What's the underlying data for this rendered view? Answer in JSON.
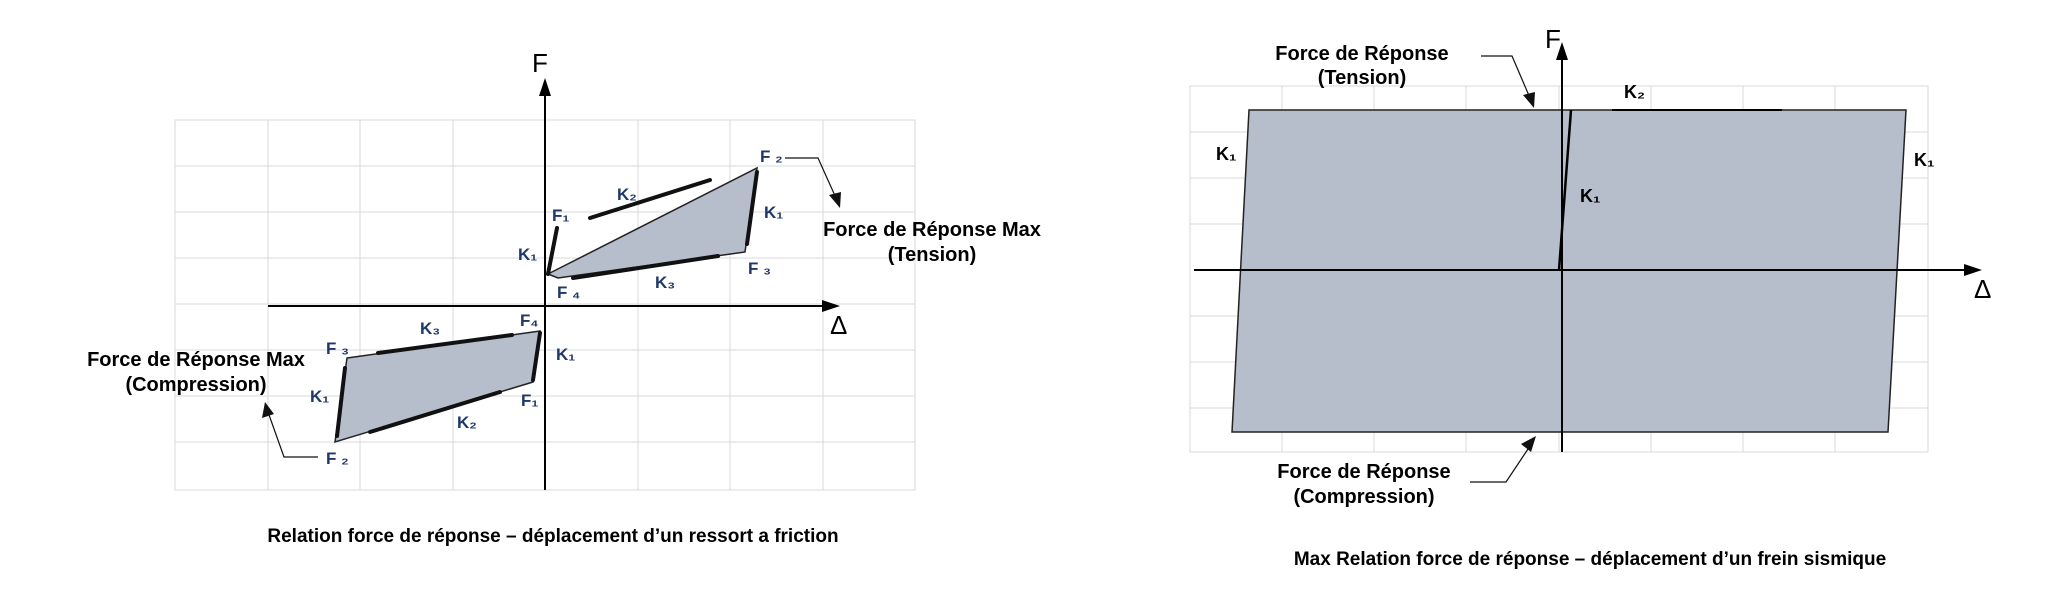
{
  "left_diagram": {
    "axis_f": "F",
    "axis_delta": "Δ",
    "labels": {
      "f1_upper": "F₁",
      "f2_upper": "F ₂",
      "f3_upper": "F ₃",
      "f4_upper": "F ₄",
      "k1_upper_left": "K₁",
      "k2_upper": "K₂",
      "k1_upper_right": "K₁",
      "k3_upper": "K₃",
      "f4_lower": "F₄",
      "f3_lower": "F ₃",
      "f2_lower": "F ₂",
      "f1_lower": "F₁",
      "k3_lower": "K₃",
      "k1_lower_left": "K₁",
      "k2_lower": "K₂",
      "k1_lower_right": "K₁"
    },
    "callout_tension": [
      "Force de Réponse Max",
      "(Tension)"
    ],
    "callout_compression": [
      "Force de Réponse Max",
      "(Compression)"
    ],
    "caption": "Relation force de réponse – déplacement d’un ressort a friction"
  },
  "right_diagram": {
    "axis_f": "F",
    "axis_delta": "Δ",
    "labels": {
      "k1_left": "K₁",
      "k1_right": "K₁",
      "k1_center": "K₁",
      "k2_top": "K₂"
    },
    "callout_tension": [
      "Force de Réponse",
      "(Tension)"
    ],
    "callout_compression": [
      "Force de Réponse",
      "(Compression)"
    ],
    "caption": "Max Relation force de réponse – déplacement d’un frein sismique"
  },
  "colors": {
    "loop_fill": "#b6bdcb",
    "label_blue": "#1f3869",
    "grid": "#d9d9d9"
  }
}
